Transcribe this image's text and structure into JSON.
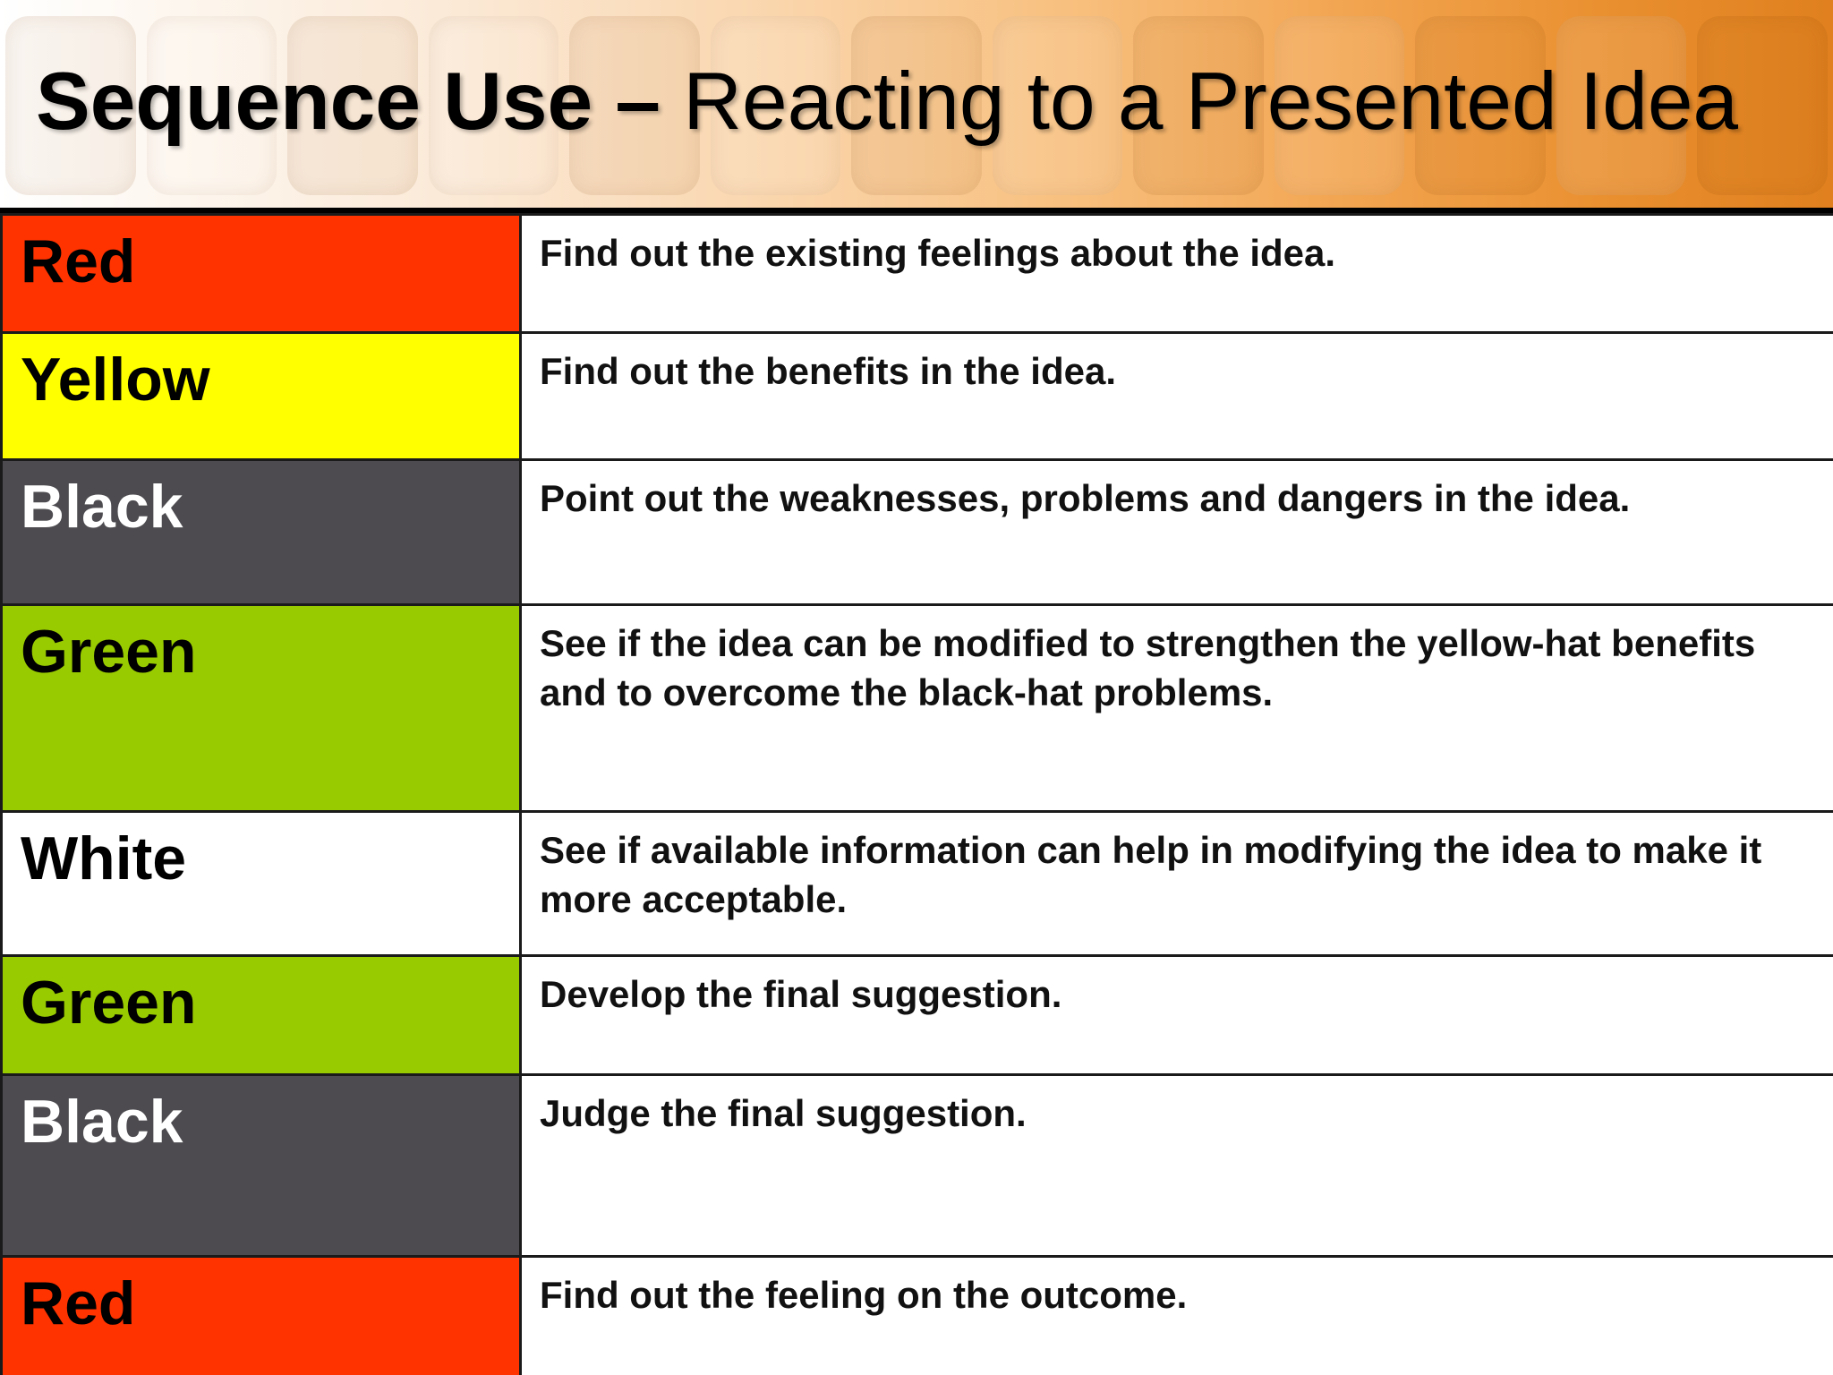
{
  "slide": {
    "title_bold": "Sequence Use –",
    "title_rest": " Reacting to a Presented Idea"
  },
  "rows": [
    {
      "hat": "Red",
      "hat_color": "#FF3300",
      "text_color": "#000000",
      "description": "Find out the existing feelings about the idea."
    },
    {
      "hat": "Yellow",
      "hat_color": "#FFFF00",
      "text_color": "#000000",
      "description": "Find out the benefits in the idea."
    },
    {
      "hat": "Black",
      "hat_color": "#4D4B4F",
      "text_color": "#FFFFFF",
      "description": "Point out the weaknesses, problems and dangers in the idea."
    },
    {
      "hat": "Green",
      "hat_color": "#99CC00",
      "text_color": "#000000",
      "description": "See if the idea can be modified to strengthen the yellow-hat benefits and to overcome the black-hat problems."
    },
    {
      "hat": "White",
      "hat_color": "#FFFFFF",
      "text_color": "#000000",
      "description": "See if available information can help in modifying the idea to make it more acceptable."
    },
    {
      "hat": "Green",
      "hat_color": "#99CC00",
      "text_color": "#000000",
      "description": "Develop the final suggestion."
    },
    {
      "hat": "Black",
      "hat_color": "#4D4B4F",
      "text_color": "#FFFFFF",
      "description": "Judge the final suggestion."
    },
    {
      "hat": "Red",
      "hat_color": "#FF3300",
      "text_color": "#000000",
      "description": "Find out the feeling on the outcome."
    }
  ]
}
